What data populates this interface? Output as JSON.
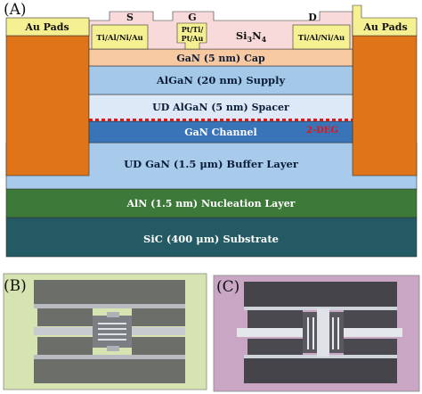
{
  "panels": {
    "a": "(A)",
    "b": "(B)",
    "c": "(C)"
  },
  "structure": {
    "au_pads_left": "Au Pads",
    "au_pads_right": "Au Pads",
    "source": "S",
    "gate": "G",
    "drain": "D",
    "source_metal": "Ti/Al/Ni/Au",
    "gate_metal_line1": "Pt/Ti/",
    "gate_metal_line2": "Pt/Au",
    "passivation": "Si",
    "passivation_sub": "3",
    "passivation_n": "N",
    "passivation_sub2": "4",
    "drain_metal": "Ti/Al/Ni/Au",
    "cap": "GaN (5 nm) Cap",
    "supply": "AlGaN (20 nm) Supply",
    "spacer": "UD AlGaN (5 nm) Spacer",
    "channel": "GaN Channel",
    "deg": "2-DEG",
    "buffer": "UD GaN (1.5 μm) Buffer Layer",
    "nucleation": "AlN (1.5 nm) Nucleation Layer",
    "substrate": "SiC (400 μm) Substrate"
  },
  "colors": {
    "au_pad": "#f5f092",
    "contact_orange": "#e07418",
    "passivation_pink": "#f9dada",
    "cap": "#f7c9a0",
    "supply": "#a3c8e8",
    "spacer": "#dde9f7",
    "channel": "#3a74b8",
    "buffer": "#a8cbeb",
    "nucleation": "#3d7a3a",
    "substrate": "#235a63",
    "deg_red": "#e01818"
  }
}
